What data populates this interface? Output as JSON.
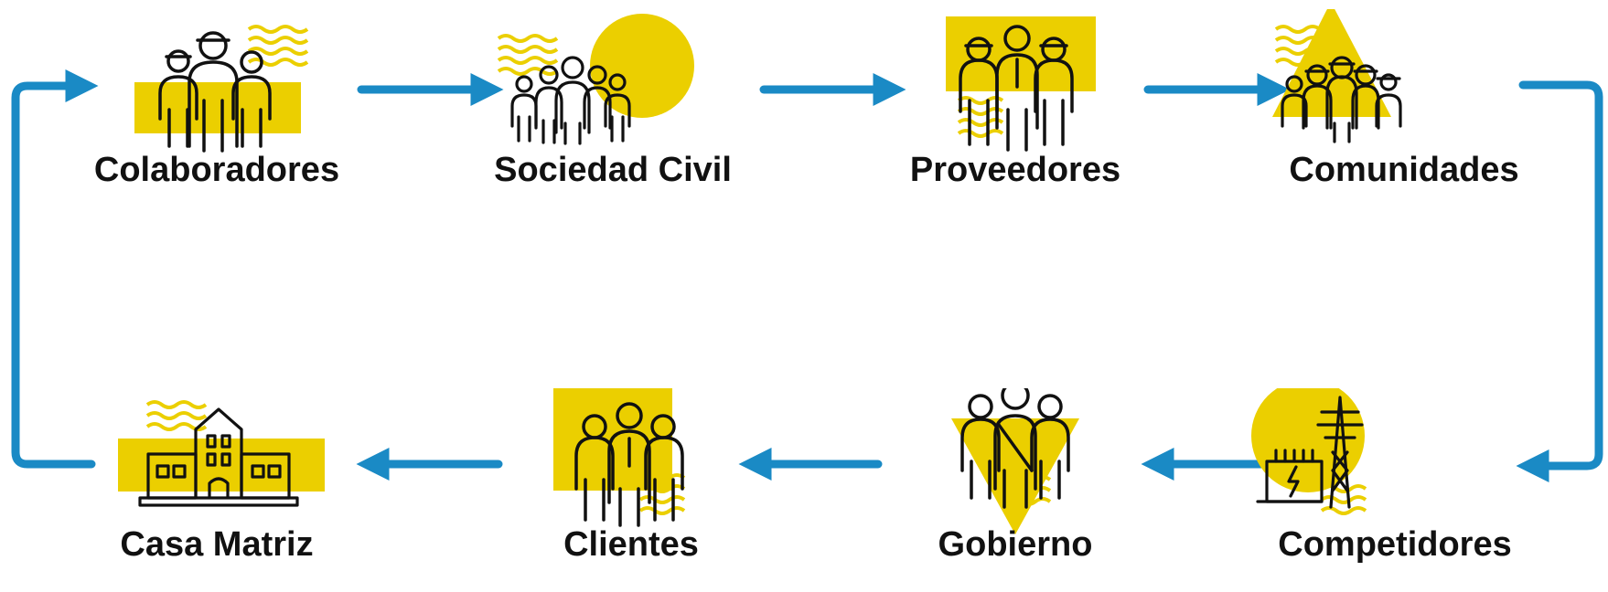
{
  "colors": {
    "accent_yellow": "#ebcf00",
    "arrow_blue": "#1a8ac5",
    "ink": "#111111",
    "background": "#ffffff"
  },
  "nodes": [
    {
      "key": "colaboradores",
      "label": "Colaboradores",
      "icon": "workers-group-icon"
    },
    {
      "key": "sociedad_civil",
      "label": "Sociedad Civil",
      "icon": "people-group-icon"
    },
    {
      "key": "proveedores",
      "label": "Proveedores",
      "icon": "suppliers-group-icon"
    },
    {
      "key": "comunidades",
      "label": "Comunidades",
      "icon": "community-group-icon"
    },
    {
      "key": "competidores",
      "label": "Competidores",
      "icon": "power-tower-icon"
    },
    {
      "key": "gobierno",
      "label": "Gobierno",
      "icon": "government-group-icon"
    },
    {
      "key": "clientes",
      "label": "Clientes",
      "icon": "clients-group-icon"
    },
    {
      "key": "casa_matriz",
      "label": "Casa Matriz",
      "icon": "headquarters-building-icon"
    }
  ]
}
